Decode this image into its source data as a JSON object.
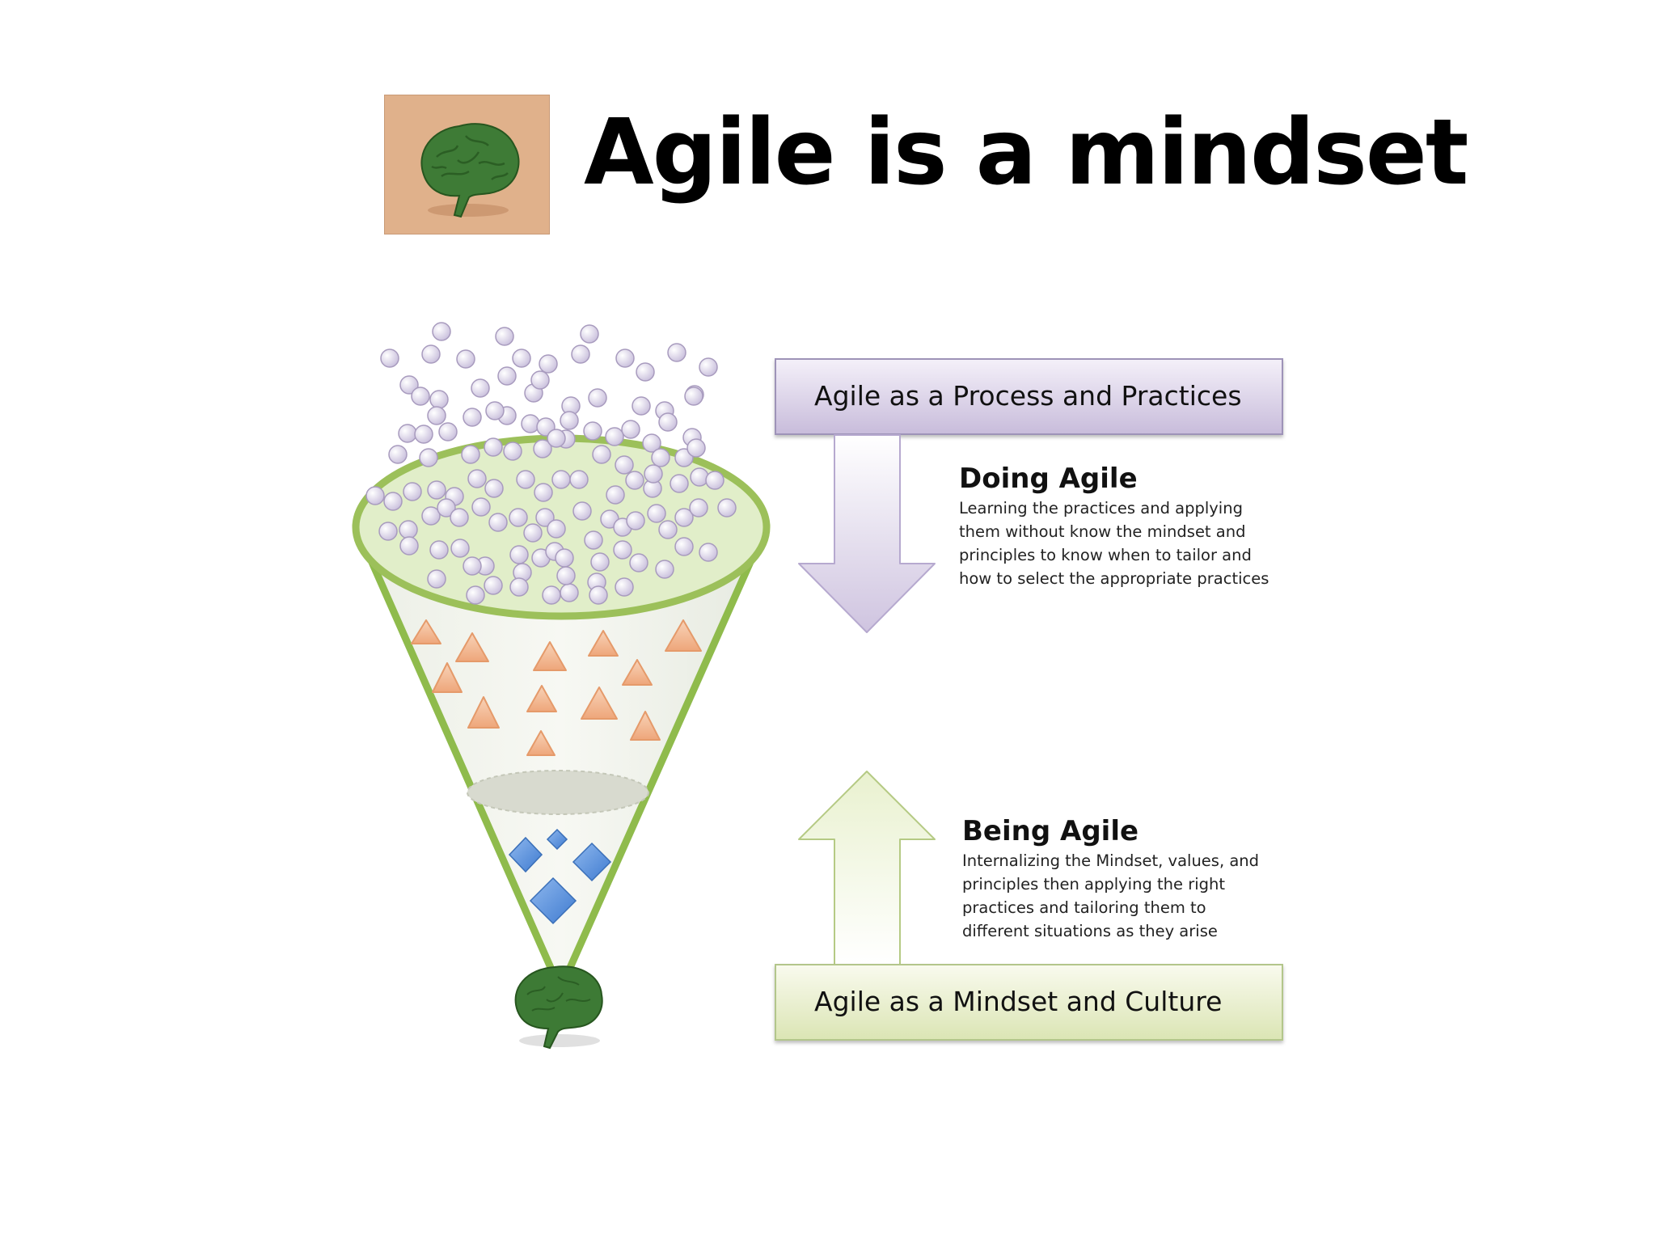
{
  "slide": {
    "title": "Agile is a mindset"
  },
  "process_box": {
    "label": "Agile as a Process and Practices"
  },
  "mindset_box": {
    "label": "Agile as a Mindset and Culture"
  },
  "doing": {
    "heading": "Doing Agile",
    "lines": [
      "Learning the practices and applying",
      "them without know the mindset and",
      "principles to know when to tailor and",
      "how to select the appropriate practices"
    ]
  },
  "being": {
    "heading": "Being Agile",
    "lines": [
      "Internalizing the Mindset, values, and",
      "principles then applying the right",
      "practices and tailoring them to",
      "different situations as they arise"
    ]
  },
  "colors": {
    "process_box_top": "#f3eef8",
    "process_box_bottom": "#c9bedb",
    "mindset_box_top": "#f7f9ea",
    "mindset_box_bottom": "#dde6b8",
    "funnel_rim": "#9bbf5a",
    "funnel_fill": "#dfeec4",
    "bubble": "#d9d2e6",
    "triangle": "#f2b995",
    "diamond": "#5b92d9",
    "brain": "#3b7a35",
    "title_icon_bg": "#e0b18b"
  }
}
